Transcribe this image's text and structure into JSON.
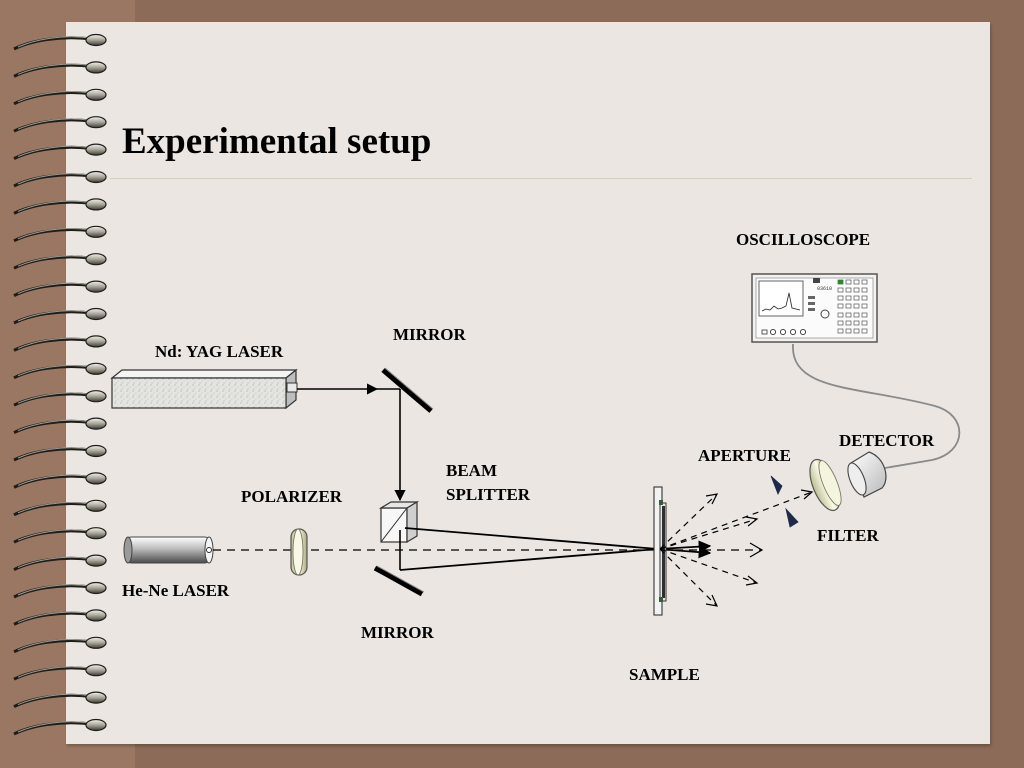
{
  "slide": {
    "title": "Experimental setup"
  },
  "diagram": {
    "labels": {
      "oscilloscope": "OSCILLOSCOPE",
      "mirror_top": "MIRROR",
      "nd_yag_laser": "Nd: YAG LASER",
      "detector": "DETECTOR",
      "aperture": "APERTURE",
      "beam": "BEAM",
      "splitter": "SPLITTER",
      "polarizer": "POLARIZER",
      "filter": "FILTER",
      "he_ne_laser": "He-Ne LASER",
      "mirror_bottom": "MIRROR",
      "sample": "SAMPLE"
    },
    "oscilloscope_screen_text": "03610"
  }
}
